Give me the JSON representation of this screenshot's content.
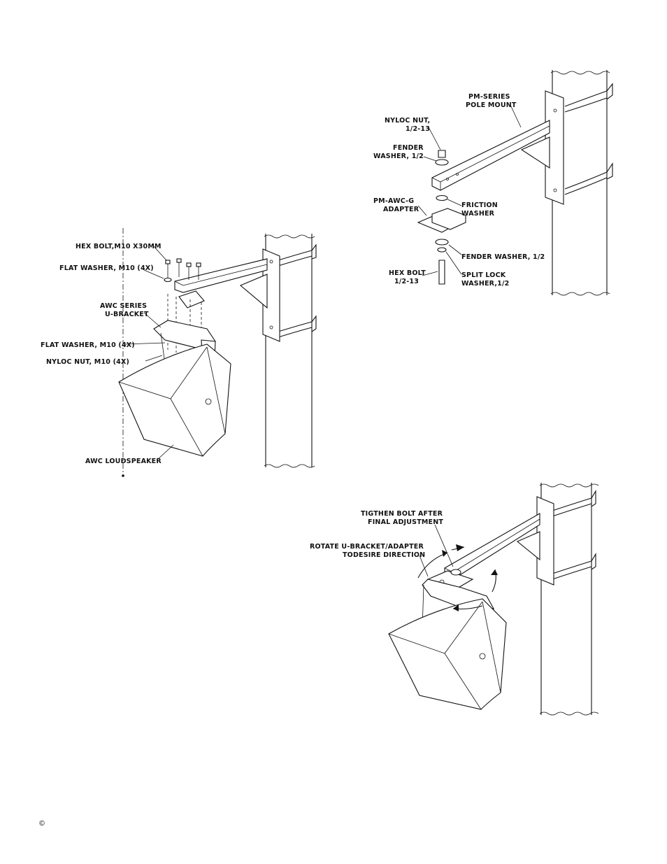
{
  "figure_top": {
    "labels": {
      "pole_mount": [
        "PM-SERIES",
        "POLE MOUNT"
      ],
      "nyloc_nut": [
        "NYLOC NUT,",
        "1/2-13"
      ],
      "fender_washer_top": [
        "FENDER",
        "WASHER, 1/2"
      ],
      "friction_washer": [
        "FRICTION",
        "WASHER"
      ],
      "adapter": [
        "PM-AWC-G",
        "ADAPTER"
      ],
      "fender_washer_bottom": "FENDER WASHER, 1/2",
      "hex_bolt": [
        "HEX BOLT",
        "1/2-13"
      ],
      "split_lock_washer": [
        "SPLIT LOCK",
        "WASHER,1/2"
      ]
    }
  },
  "figure_middle": {
    "labels": {
      "hex_bolt": "HEX BOLT,M10 X30MM",
      "flat_washer_top": "FLAT WASHER, M10 (4X)",
      "u_bracket": [
        "AWC SERIES",
        "U-BRACKET"
      ],
      "flat_washer_bottom": "FLAT WASHER, M10 (4X)",
      "nyloc_nut": "NYLOC NUT, M10 (4X)",
      "loudspeaker": "AWC LOUDSPEAKER"
    }
  },
  "figure_bottom": {
    "labels": {
      "tighten": [
        "TIGTHEN BOLT AFTER",
        "FINAL ADJUSTMENT"
      ],
      "rotate": [
        "ROTATE U-BRACKET/ADAPTER",
        "TODESIRE DIRECTION"
      ]
    }
  },
  "footer": {
    "copyright_symbol": "©"
  }
}
